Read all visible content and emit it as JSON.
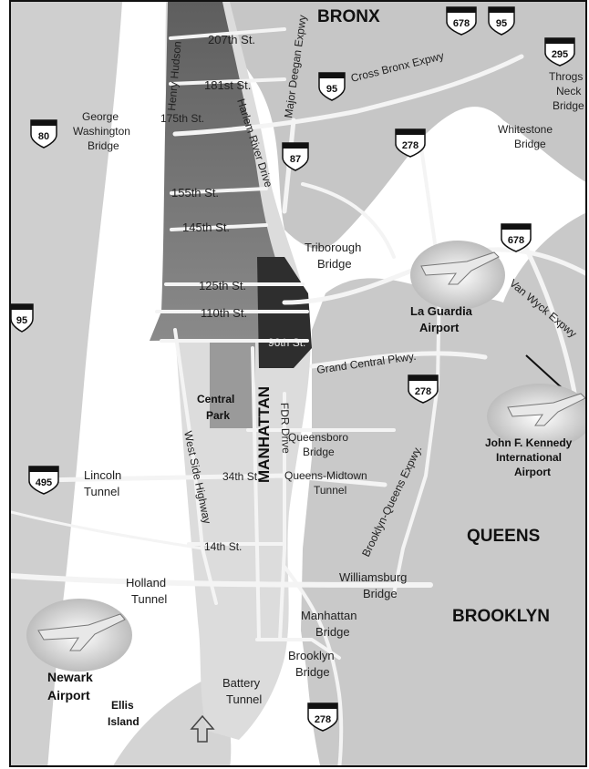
{
  "colors": {
    "water": "#ffffff",
    "land": "#c9c9c9",
    "manhattan": "#dcdcdc",
    "harlem": "#6a6a6a",
    "east_harlem": "#2f2f2f",
    "park": "#999999",
    "road": "#f4f4f4"
  },
  "boroughs": {
    "bronx": "BRONX",
    "queens": "QUEENS",
    "brooklyn": "BROOKLYN",
    "manhattan": "MANHATTAN"
  },
  "streets": {
    "s207": "207th St.",
    "s181": "181st St.",
    "s175": "175th St.",
    "s155": "155th St.",
    "s145": "145th St.",
    "s125": "125th St.",
    "s110": "110th St.",
    "s96": "96th St.",
    "s34": "34th St.",
    "s14": "14th St."
  },
  "roads": {
    "henry_hudson": "Henry Hudson",
    "major_deegan": "Major Deegan Expwy",
    "harlem_river_drive": "Harlem River Drive",
    "cross_bronx": "Cross Bronx Expwy",
    "grand_central": "Grand Central Pkwy.",
    "van_wyck": "Van Wyck Expwy",
    "bqe": "Brooklyn-Queens Expwy.",
    "west_side_hwy": "West Side Highway",
    "fdr": "FDR Drive"
  },
  "bridges": {
    "gw_l1": "George",
    "gw_l2": "Washington",
    "gw_l3": "Bridge",
    "throgs_l1": "Throgs",
    "throgs_l2": "Neck",
    "throgs_l3": "Bridge",
    "whitestone_l1": "Whitestone",
    "whitestone_l2": "Bridge",
    "triborough_l1": "Triborough",
    "triborough_l2": "Bridge",
    "queensboro_l1": "Queensboro",
    "queensboro_l2": "Bridge",
    "williamsburg_l1": "Williamsburg",
    "williamsburg_l2": "Bridge",
    "manhattan_l1": "Manhattan",
    "manhattan_l2": "Bridge",
    "brooklyn_l1": "Brooklyn",
    "brooklyn_l2": "Bridge"
  },
  "tunnels": {
    "lincoln_l1": "Lincoln",
    "lincoln_l2": "Tunnel",
    "holland_l1": "Holland",
    "holland_l2": "Tunnel",
    "qm_l1": "Queens-Midtown",
    "qm_l2": "Tunnel",
    "battery_l1": "Battery",
    "battery_l2": "Tunnel"
  },
  "places": {
    "central_l1": "Central",
    "central_l2": "Park",
    "ellis_l1": "Ellis",
    "ellis_l2": "Island"
  },
  "airports": {
    "laguardia_l1": "La Guardia",
    "laguardia_l2": "Airport",
    "jfk_l1": "John F. Kennedy",
    "jfk_l2": "International",
    "jfk_l3": "Airport",
    "newark_l1": "Newark",
    "newark_l2": "Airport"
  },
  "shields": {
    "i80": "80",
    "i95_left": "95",
    "i495": "495",
    "i95_cross": "95",
    "i87": "87",
    "i278_top": "278",
    "i295": "295",
    "i678_right": "678",
    "i278_mid": "278",
    "i278_bottom": "278",
    "i678_top": "678",
    "i95_top": "95"
  }
}
